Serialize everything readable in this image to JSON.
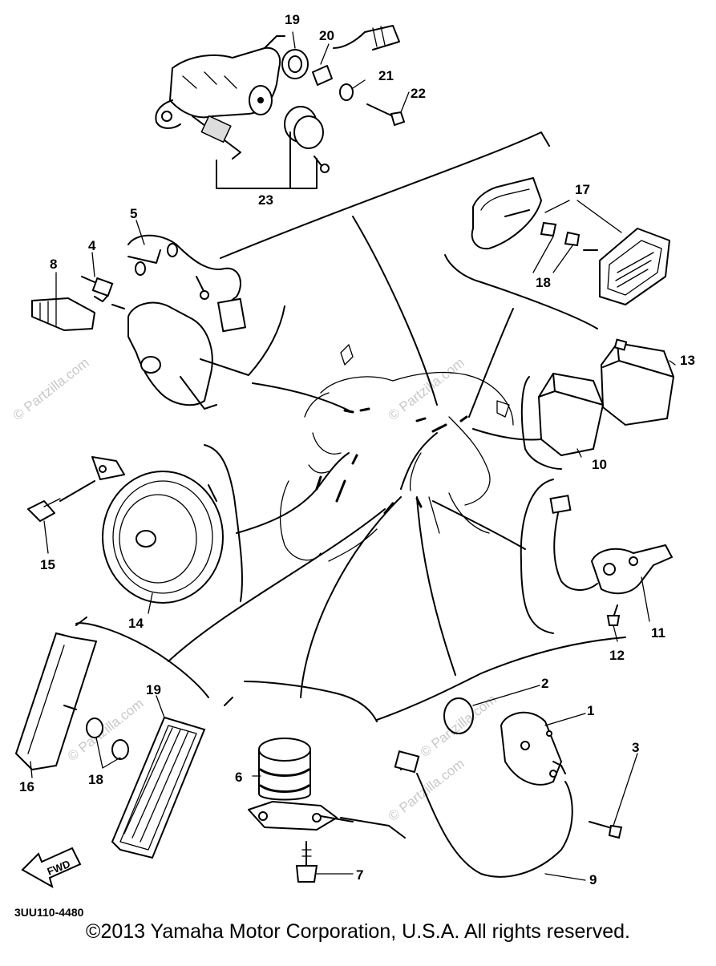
{
  "diagram_code": "3UU110-4480",
  "fwd_label": "FWD",
  "watermark": "© Partzilla.com",
  "copyright": "©2013  Yamaha Motor Corporation, U.S.A. All rights reserved.",
  "callouts": {
    "c1": "1",
    "c2": "2",
    "c3": "3",
    "c4": "4",
    "c5": "5",
    "c6": "6",
    "c7": "7",
    "c8": "8",
    "c9": "9",
    "c10": "10",
    "c11": "11",
    "c12": "12",
    "c13": "13",
    "c14": "14",
    "c15": "15",
    "c16": "16",
    "c17": "17",
    "c18a": "18",
    "c18b": "18",
    "c19a": "19",
    "c19b": "19",
    "c20": "20",
    "c21": "21",
    "c22": "22",
    "c23": "23"
  }
}
